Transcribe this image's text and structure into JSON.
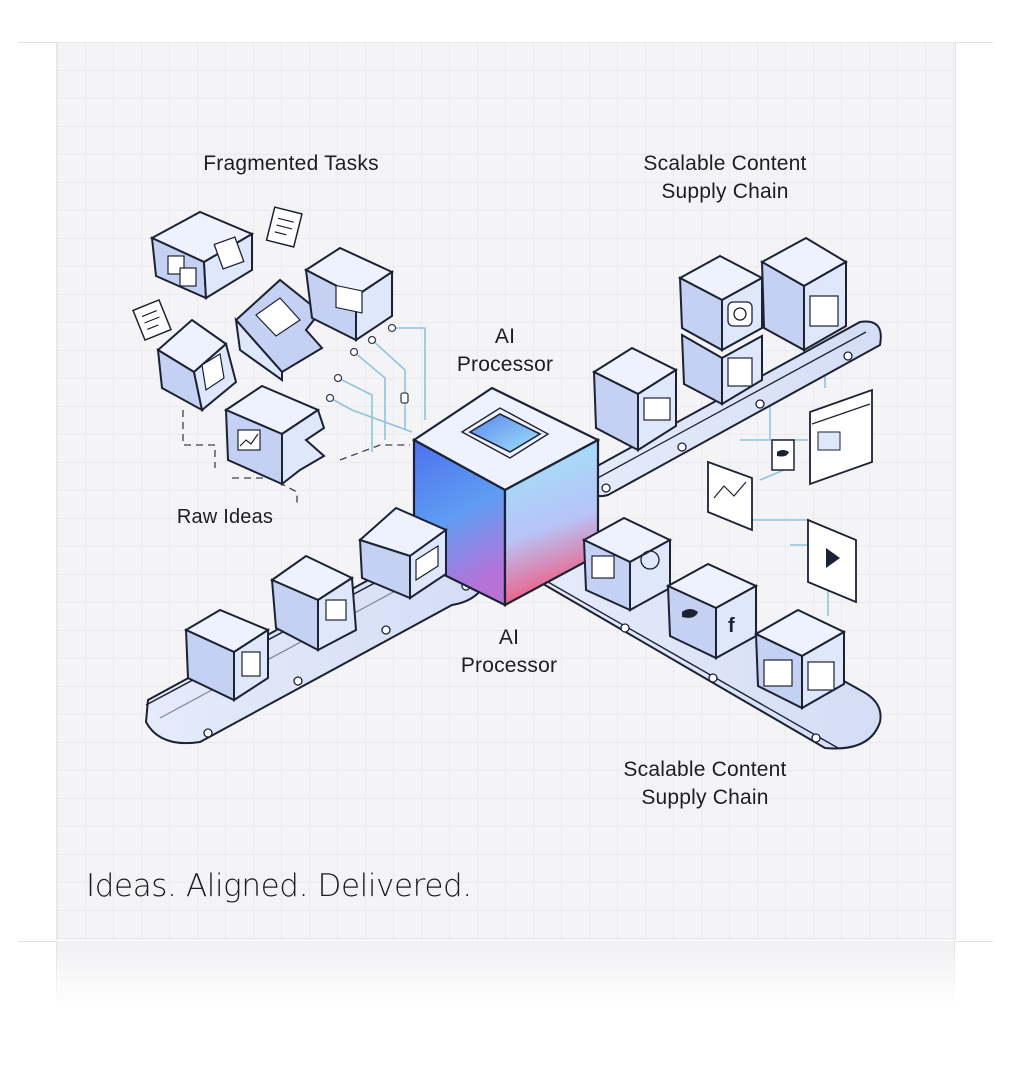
{
  "labels": {
    "fragmented_tasks": "Fragmented Tasks",
    "raw_ideas": "Raw Ideas",
    "ai_processor_top": "AI\nProcessor",
    "ai_processor_bottom": "AI\nProcessor",
    "supply_chain_top": "Scalable Content\nSupply Chain",
    "supply_chain_bottom": "Scalable Content\nSupply Chain"
  },
  "tagline": "Ideas. Aligned. Delivered.",
  "colors": {
    "outline": "#1c2233",
    "box_fill": "#dfe7fb",
    "box_side": "#c5d1f3",
    "wire": "#8ec3de",
    "processor_gradient": [
      "#5a7cf0",
      "#7fd6f4",
      "#f05b8a"
    ]
  },
  "icons": [
    "image-icon",
    "document-icon",
    "instagram-icon",
    "twitter-icon",
    "facebook-icon",
    "video-play-icon",
    "web-layout-icon",
    "puzzle-piece-icon"
  ]
}
